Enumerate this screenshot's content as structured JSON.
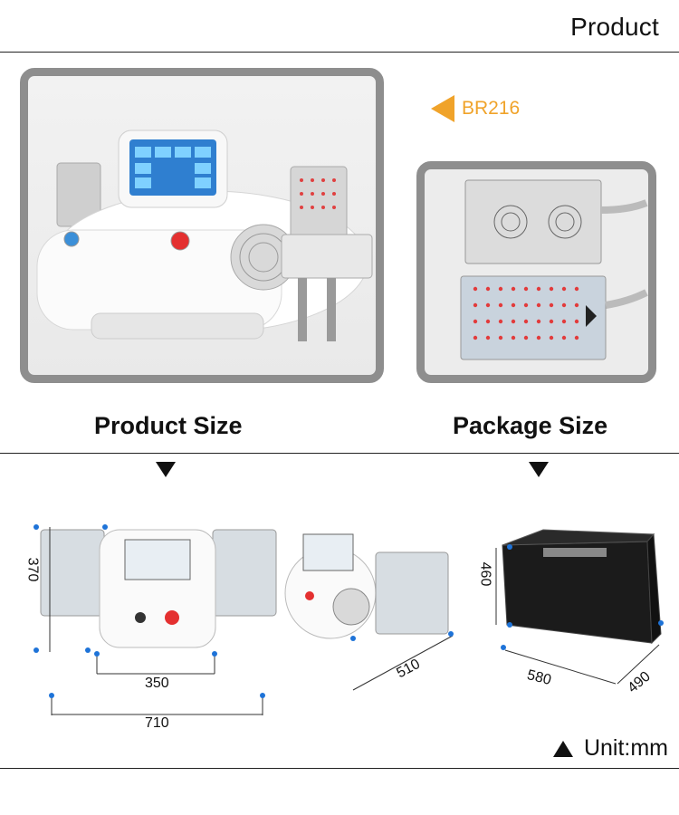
{
  "header": {
    "title": "Product"
  },
  "model": {
    "code": "BR216",
    "accent": "#f0a32a"
  },
  "sections": {
    "product_size": "Product Size",
    "package_size": "Package Size"
  },
  "dimensions": {
    "height": "370",
    "inner_width": "350",
    "total_width": "710",
    "depth": "510",
    "case_height": "460",
    "case_length": "580",
    "case_depth": "490"
  },
  "unit": {
    "label": "Unit:mm"
  },
  "colors": {
    "frame": "#8e8e8e",
    "dim_dot": "#1e73d8",
    "text": "#111111"
  },
  "icons": [
    "left-triangle-icon",
    "down-arrow-icon",
    "up-triangle-icon"
  ]
}
